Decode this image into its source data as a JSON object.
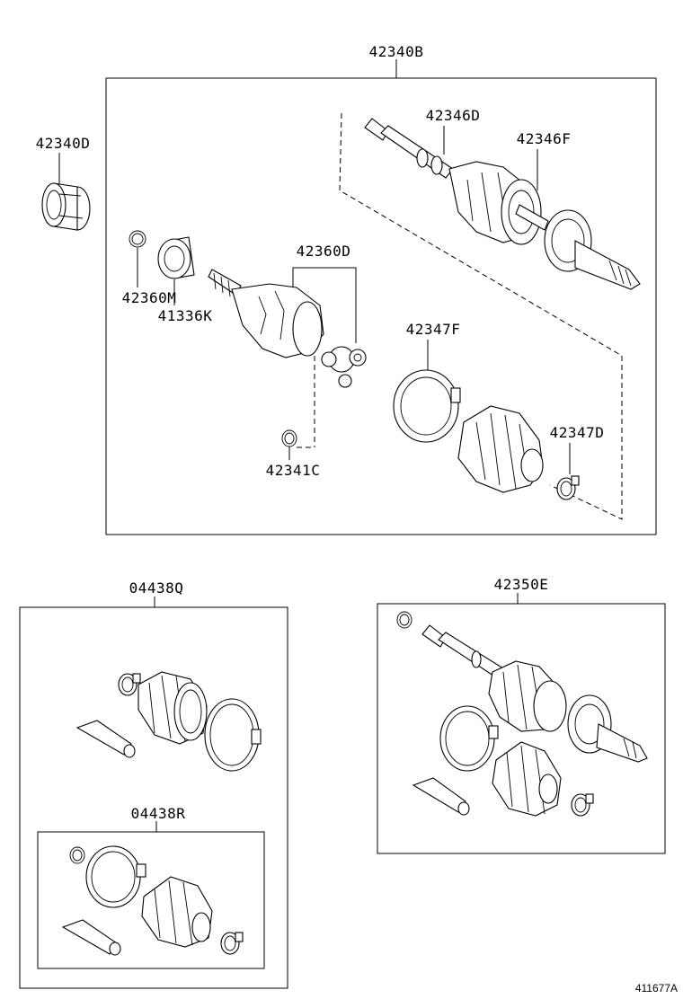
{
  "labels": {
    "assembly_main": "42340B",
    "kit_42340d": "42340D",
    "part_42346d": "42346D",
    "part_42346f": "42346F",
    "part_42360d": "42360D",
    "part_42360m": "42360M",
    "part_41336k": "41336K",
    "part_42347f": "42347F",
    "part_42347d": "42347D",
    "part_42341c": "42341C",
    "kit_04438q": "04438Q",
    "kit_04438r": "04438R",
    "assembly_42350e": "42350E"
  },
  "figure_number": "411677A"
}
